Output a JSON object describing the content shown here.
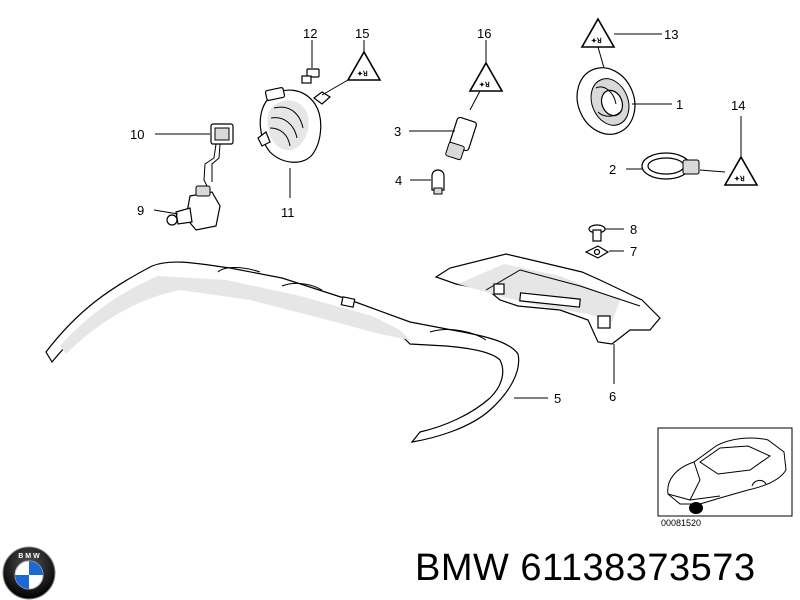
{
  "labels": {
    "c1": "1",
    "c2": "2",
    "c3": "3",
    "c4": "4",
    "c5": "5",
    "c6": "6",
    "c7": "7",
    "c8": "8",
    "c9": "9",
    "c10": "10",
    "c11": "11",
    "c12": "12",
    "c13": "13",
    "c14": "14",
    "c15": "15",
    "c16": "16"
  },
  "inset": {
    "code": "00081520"
  },
  "footer": {
    "brand": "BMW",
    "part_number": "61138373573",
    "text": "BMW 61138373573"
  },
  "logo": {
    "text": "B M W",
    "name": "bmw-logo"
  }
}
